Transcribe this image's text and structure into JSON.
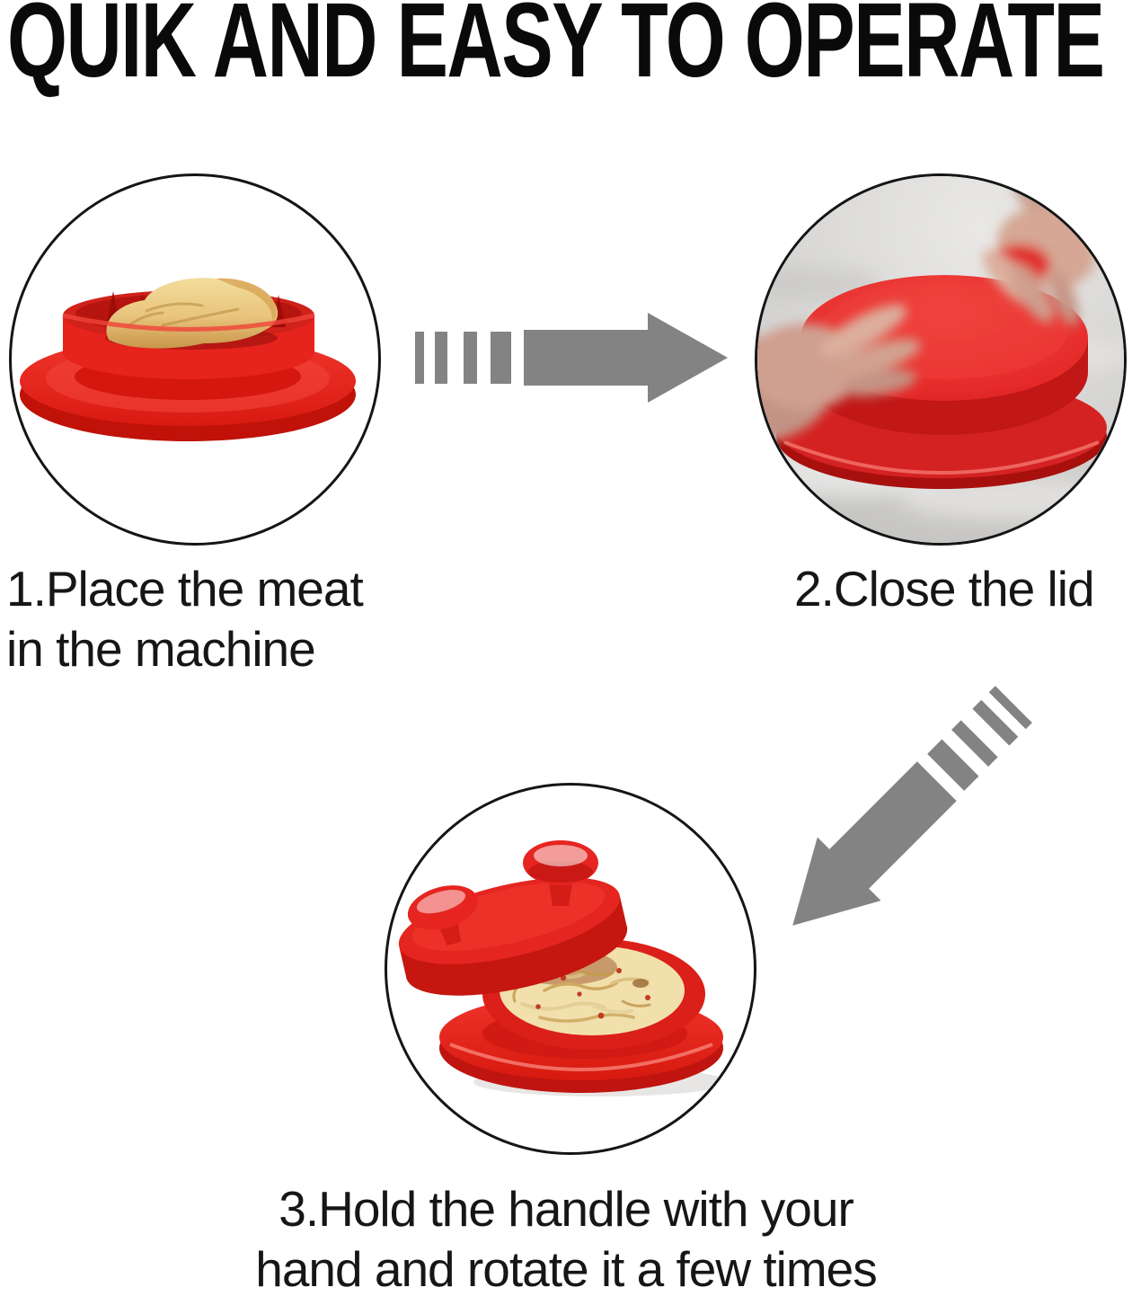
{
  "title": "QUIK AND EASY TO OPERATE",
  "steps": [
    {
      "caption": "1.Place the meat\nin the machine",
      "illustration": "chicken-breast-on-open-shredder"
    },
    {
      "caption": "2.Close the lid",
      "illustration": "hands-closing-red-lid"
    },
    {
      "caption": "3.Hold the handle with your\nhand and rotate it a few times",
      "illustration": "shredder-with-handles-and-shredded-chicken"
    }
  ],
  "icons": {
    "step1_to_step2": "arrow-right",
    "step2_to_step3": "arrow-down-left"
  },
  "colors": {
    "product_red": "#e8251f",
    "arrow_gray": "#838383",
    "text": "#111111",
    "background": "#ffffff"
  }
}
